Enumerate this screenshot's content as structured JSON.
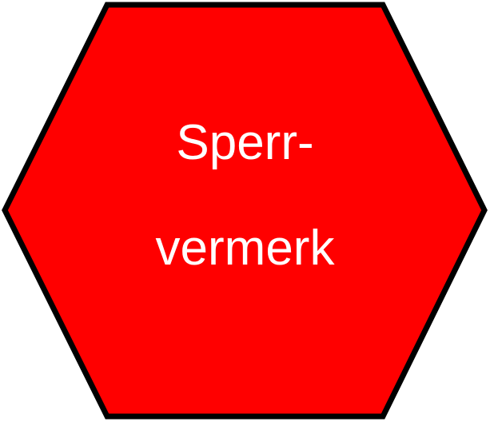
{
  "sign": {
    "shape": "hexagon",
    "fill_color": "#ff0000",
    "stroke_color": "#000000",
    "text_color": "#ffffff",
    "lines": [
      "Sperr-",
      "vermerk"
    ]
  }
}
